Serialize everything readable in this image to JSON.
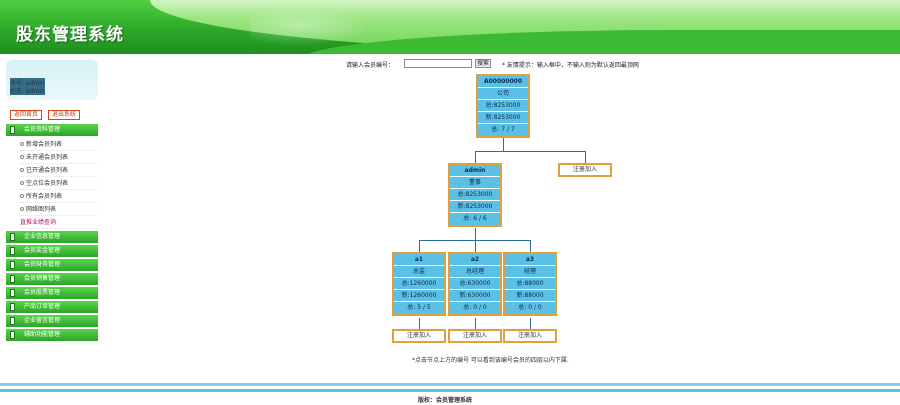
{
  "app": {
    "title": "股东管理系统"
  },
  "user": {
    "card_label": "卡号: admin",
    "name_label": "姓名: admin"
  },
  "sidebar_buttons": {
    "home": "返回首页",
    "logout": "退出系统"
  },
  "menu": {
    "members": "会员资料管理",
    "sub": [
      "新增会员列表",
      "未开通会员列表",
      "已开通会员列表",
      "空点位会员列表",
      "所有会员列表",
      "网络图列表",
      "直推业绩查询"
    ],
    "others": [
      "企业信息管理",
      "会员奖金管理",
      "会员财务管理",
      "会员销售管理",
      "会员股票管理",
      "产品订单管理",
      "企业留言管理",
      "辅助功能管理"
    ]
  },
  "search": {
    "label": "请输入会员编号：",
    "value": "",
    "button": "搜索",
    "tip": "* 友情提示：输入框中，不输入则为默认返回最顶网"
  },
  "tree": {
    "root": {
      "id": "A00000000",
      "role": "公司",
      "total": "总:8253000",
      "new": "新:8253000",
      "count": "总: 7 / 7"
    },
    "admin": {
      "id": "admin",
      "role": "董事",
      "total": "总:8253000",
      "new": "新:8253000",
      "count": "总: 6 / 6"
    },
    "a1": {
      "id": "a1",
      "role": "总监",
      "total": "总:1260000",
      "new": "新:1260000",
      "count": "总: 5 / 5"
    },
    "a2": {
      "id": "a2",
      "role": "总经理",
      "total": "总:630000",
      "new": "新:630000",
      "count": "总: 0 / 0"
    },
    "a3": {
      "id": "a3",
      "role": "经理",
      "total": "总:88000",
      "new": "新:88000",
      "count": "总: 0 / 0"
    },
    "register_label": "注册加入"
  },
  "note": "*点击节点上方的编号 可以看到该编号会员的四层以内下属.",
  "footer": {
    "copyright": "版权：会员管理系统"
  }
}
